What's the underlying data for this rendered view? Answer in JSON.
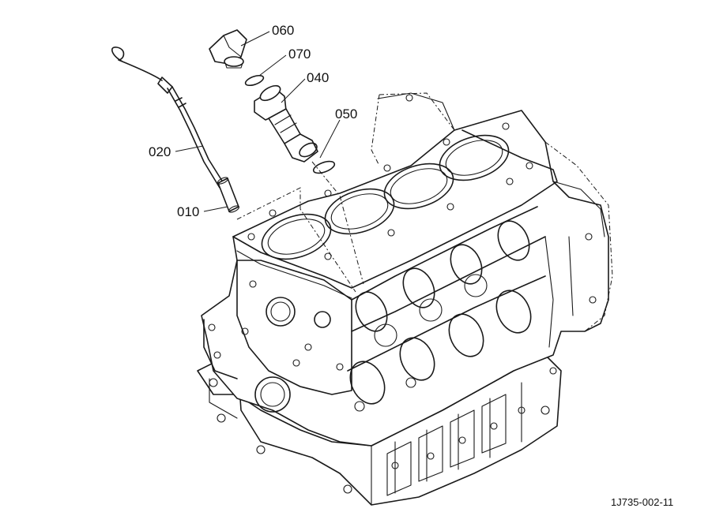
{
  "labels": {
    "p010": "010",
    "p020": "020",
    "p040": "040",
    "p050": "050",
    "p060": "060",
    "p070": "070"
  },
  "reference": "1J735-002-11"
}
